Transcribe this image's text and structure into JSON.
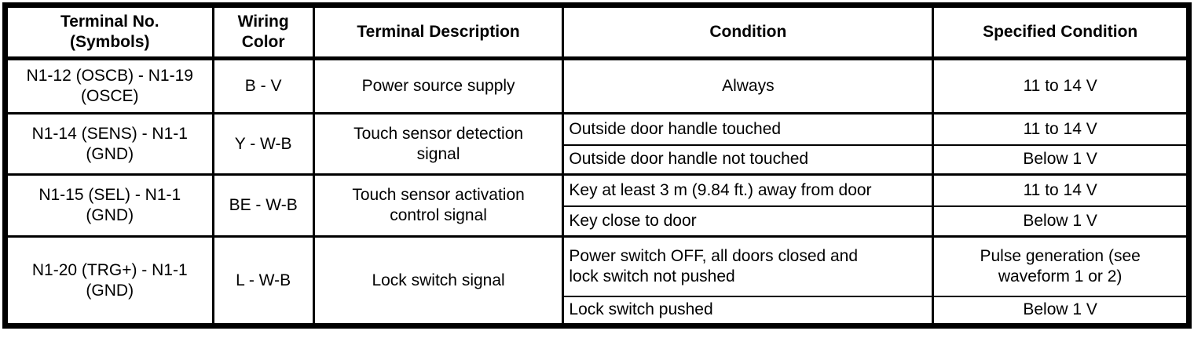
{
  "table": {
    "headers": [
      "Terminal No.\n(Symbols)",
      "Wiring\nColor",
      "Terminal Description",
      "Condition",
      "Specified Condition"
    ],
    "rows": [
      {
        "terminal": "N1-12 (OSCB) - N1-19\n(OSCE)",
        "wiring_color": "B - V",
        "description": "Power source supply",
        "conditions": [
          {
            "condition": "Always",
            "specified": "11 to 14 V"
          }
        ]
      },
      {
        "terminal": "N1-14 (SENS) - N1-1\n(GND)",
        "wiring_color": "Y - W-B",
        "description": "Touch sensor detection\nsignal",
        "conditions": [
          {
            "condition": "Outside door handle touched",
            "specified": "11 to 14 V"
          },
          {
            "condition": "Outside door handle not touched",
            "specified": "Below 1 V"
          }
        ]
      },
      {
        "terminal": "N1-15 (SEL) - N1-1\n(GND)",
        "wiring_color": "BE - W-B",
        "description": "Touch sensor activation\ncontrol signal",
        "conditions": [
          {
            "condition": "Key at least 3 m (9.84 ft.) away from door",
            "specified": "11 to 14 V"
          },
          {
            "condition": "Key close to door",
            "specified": "Below 1 V"
          }
        ]
      },
      {
        "terminal": "N1-20 (TRG+) - N1-1\n(GND)",
        "wiring_color": "L - W-B",
        "description": "Lock switch signal",
        "conditions": [
          {
            "condition": "Power switch OFF, all doors closed and\nlock switch not pushed",
            "specified": "Pulse generation (see\nwaveform 1 or 2)"
          },
          {
            "condition": "Lock switch pushed",
            "specified": "Below 1 V"
          }
        ]
      }
    ]
  },
  "colors": {
    "border": "#000000",
    "background": "#ffffff",
    "text": "#000000"
  }
}
